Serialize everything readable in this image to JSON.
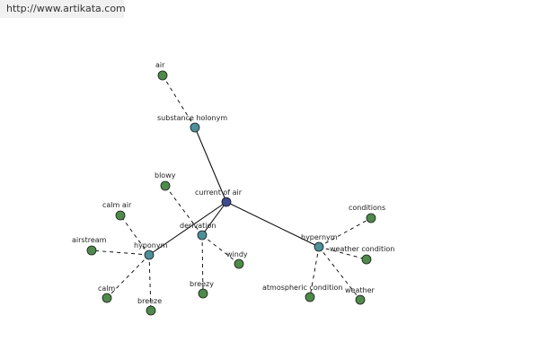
{
  "watermark": {
    "text": "http://www.artikata.com"
  },
  "colors": {
    "root_node": "#3c4a8f",
    "relation_node": "#4d8f99",
    "word_node": "#4e8a4a",
    "edge": "#000000"
  },
  "graph": {
    "root": {
      "label": "current of air"
    },
    "relations": [
      {
        "id": "substance-holonym",
        "label": "substance holonym",
        "words": [
          "air"
        ]
      },
      {
        "id": "derivation",
        "label": "derivation",
        "words": [
          "blowy",
          "breezy",
          "windy"
        ]
      },
      {
        "id": "hyponym",
        "label": "hyponym",
        "words": [
          "calm air",
          "airstream",
          "calm",
          "breeze"
        ]
      },
      {
        "id": "hypernym",
        "label": "hypernym",
        "words": [
          "conditions",
          "weather condition",
          "atmospheric condition",
          "weather"
        ]
      }
    ]
  }
}
